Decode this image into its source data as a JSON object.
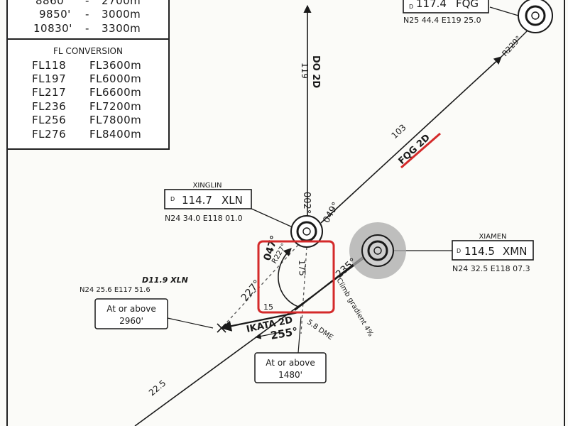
{
  "altitude_table": {
    "rows": [
      {
        "ft": "8860'",
        "sep": "-",
        "m": "2700m"
      },
      {
        "ft": "9850'",
        "sep": "-",
        "m": "3000m"
      },
      {
        "ft": "10830'",
        "sep": "-",
        "m": "3300m"
      }
    ]
  },
  "fl_conversion": {
    "title": "FL CONVERSION",
    "rows": [
      {
        "fl": "FL118",
        "m": "FL3600m"
      },
      {
        "fl": "FL197",
        "m": "FL6000m"
      },
      {
        "fl": "FL217",
        "m": "FL6600m"
      },
      {
        "fl": "FL236",
        "m": "FL7200m"
      },
      {
        "fl": "FL256",
        "m": "FL7800m"
      },
      {
        "fl": "FL276",
        "m": "FL8400m"
      }
    ]
  },
  "navaids": {
    "fqg": {
      "freq": "117.4",
      "ident": "FQG",
      "coords": "N25 44.4 E119 25.0",
      "d_mark": "D"
    },
    "xln": {
      "name": "XINGLIN",
      "freq": "114.7",
      "ident": "XLN",
      "coords": "N24 34.0 E118 01.0",
      "d_mark": "D"
    },
    "xmn": {
      "name": "XIAMEN",
      "freq": "114.5",
      "ident": "XMN",
      "coords": "N24 32.5 E118 07.3",
      "d_mark": "D"
    }
  },
  "routes": {
    "do2d": {
      "name": "DO 2D",
      "distance": "119",
      "course": "002°"
    },
    "fqg2d": {
      "name": "FQG 2D",
      "distance": "103",
      "course": "049°",
      "radial": "R229°"
    },
    "xmn_course": "235°",
    "xln_radial": "R227°",
    "course_047": "047°",
    "radial_175": "175",
    "course_227": "227°",
    "ikata": {
      "name": "IKATA 2D",
      "course": "255°"
    },
    "distance_15": "15",
    "dme": "5.8 DME",
    "climb_note": "Climb gradient 4%",
    "southwest_distance": "22.5"
  },
  "fixes": {
    "d119_xln": {
      "name": "D11.9 XLN",
      "coords": "N24 25.6 E117 51.6"
    }
  },
  "constraints": {
    "c2960": {
      "line1": "At or above",
      "line2": "2960'"
    },
    "c1480": {
      "line1": "At or above",
      "line2": "1480'"
    }
  }
}
